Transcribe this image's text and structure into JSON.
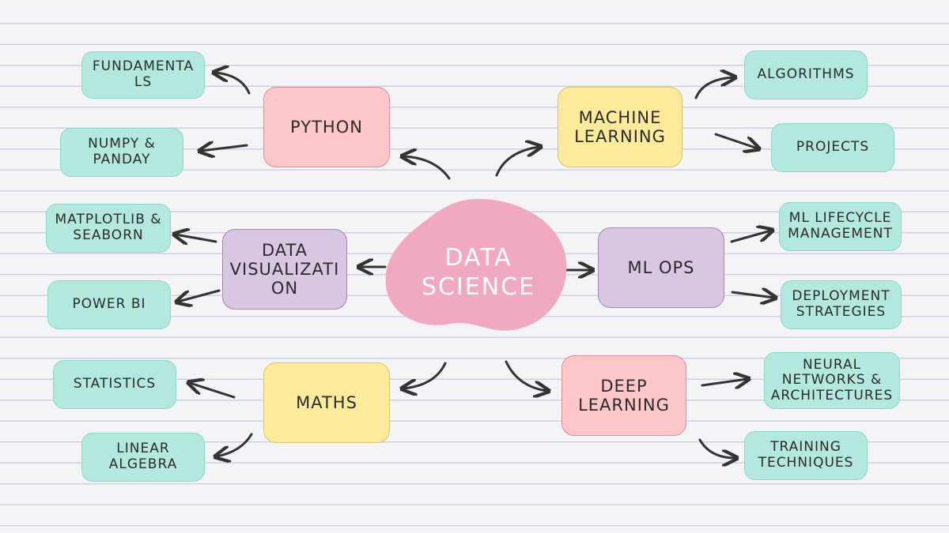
{
  "center": {
    "label": "DATA\nSCIENCE",
    "color": "#f0a9bf"
  },
  "colors": {
    "teal": "#b3e8df",
    "pink": "#fdc6c8",
    "yellow": "#fdeb9b",
    "purple": "#d9c6e0",
    "arrow": "#333333"
  },
  "branches": [
    {
      "label": "PYTHON",
      "color": "pink",
      "children": [
        "FUNDAMENTA\nLS",
        "NUMPY &\nPANDAY"
      ]
    },
    {
      "label": "MACHINE\nLEARNING",
      "color": "yellow",
      "children": [
        "ALGORITHMS",
        "PROJECTS"
      ]
    },
    {
      "label": "DATA\nVISUALIZATI\nON",
      "color": "purple",
      "children": [
        "MATPLOTLIB &\nSEABORN",
        "POWER BI"
      ]
    },
    {
      "label": "ML OPS",
      "color": "purple",
      "children": [
        "ML LIFECYCLE\nMANAGEMENT",
        "DEPLOYMENT\nSTRATEGIES"
      ]
    },
    {
      "label": "MATHS",
      "color": "yellow",
      "children": [
        "STATISTICS",
        "LINEAR\nALGEBRA"
      ]
    },
    {
      "label": "DEEP\nLEARNING",
      "color": "pink",
      "children": [
        "NEURAL\nNETWORKS &\nARCHITECTURES",
        "TRAINING\nTECHNIQUES"
      ]
    }
  ]
}
